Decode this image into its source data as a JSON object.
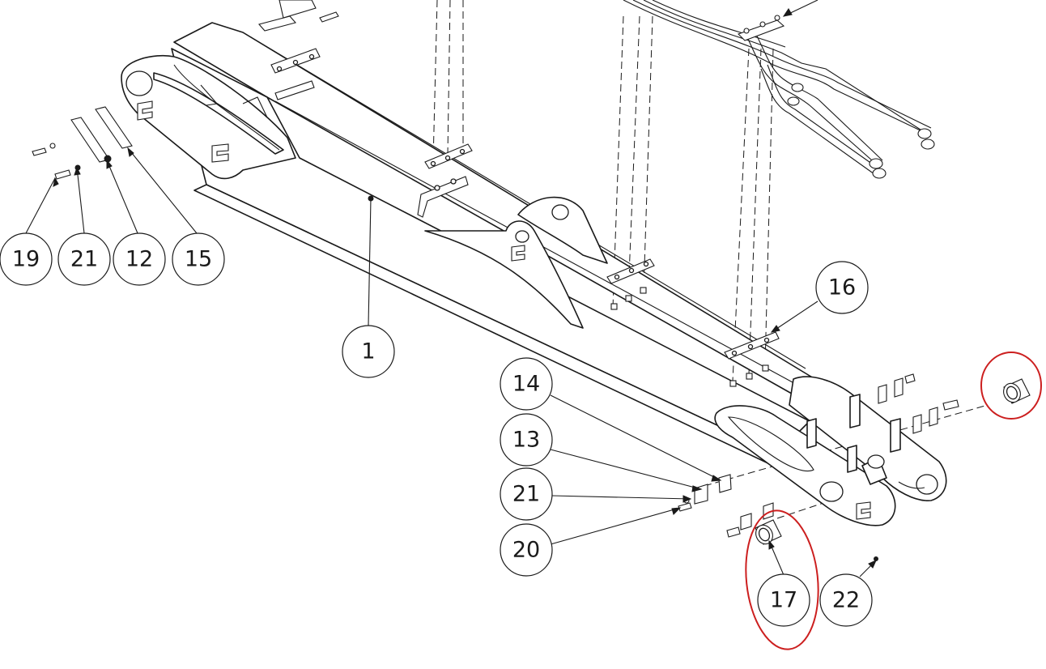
{
  "highlight_color": "#cc1f1f",
  "line_color": "#1a1a1a",
  "balloons": [
    {
      "id": "b19",
      "label": "19"
    },
    {
      "id": "b21a",
      "label": "21"
    },
    {
      "id": "b12",
      "label": "12"
    },
    {
      "id": "b15",
      "label": "15"
    },
    {
      "id": "b1",
      "label": "1"
    },
    {
      "id": "b16",
      "label": "16"
    },
    {
      "id": "b14",
      "label": "14"
    },
    {
      "id": "b13",
      "label": "13"
    },
    {
      "id": "b21b",
      "label": "21"
    },
    {
      "id": "b20",
      "label": "20"
    },
    {
      "id": "b17",
      "label": "17"
    },
    {
      "id": "b22",
      "label": "22"
    }
  ]
}
